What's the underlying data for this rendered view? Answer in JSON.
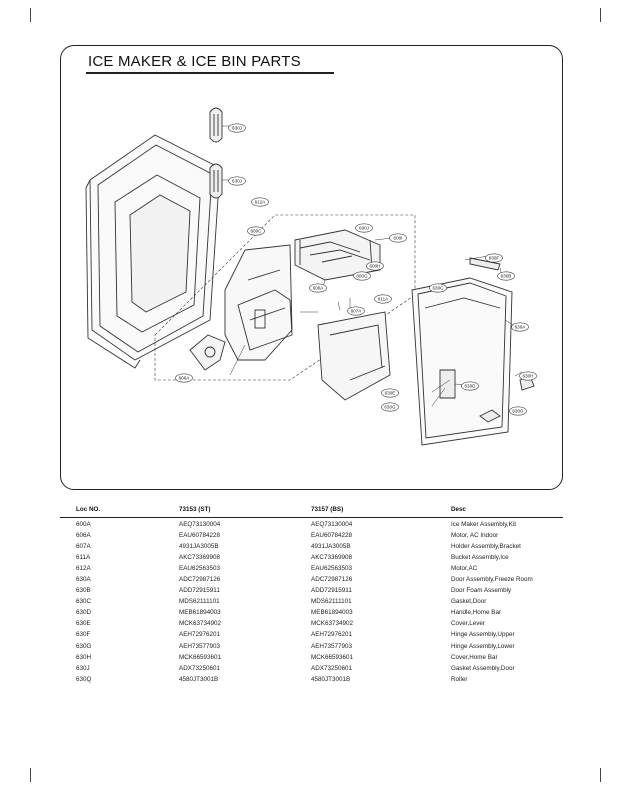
{
  "page": {
    "title": "ICE MAKER & ICE BIN PARTS"
  },
  "callouts": [
    "630J",
    "630J",
    "612A",
    "600C",
    "600J",
    "600I",
    "600H",
    "600G",
    "600A",
    "607A",
    "611A",
    "606A",
    "630F",
    "630B",
    "630C",
    "630A",
    "630H",
    "630E",
    "630D",
    "630G",
    "630G"
  ],
  "parts_table": {
    "headers": [
      "Loc NO.",
      "73153 (ST)",
      "73157 (BS)",
      "Desc"
    ],
    "rows": [
      [
        "600A",
        "AEQ73130004",
        "AEQ73130004",
        "Ice Maker Assembly,Kit"
      ],
      [
        "606A",
        "EAU60784228",
        "EAU60784228",
        "Motor, AC Indoor"
      ],
      [
        "607A",
        "4931JA3005B",
        "4931JA3005B",
        "Holder Assembly,Bracket"
      ],
      [
        "611A",
        "AKC73369908",
        "AKC73369908",
        "Bucket Assembly,Ice"
      ],
      [
        "612A",
        "EAU62563503",
        "EAU62563503",
        "Motor,AC"
      ],
      [
        "630A",
        "ADC72987126",
        "ADC72987126",
        "Door Assembly,Freeze Room"
      ],
      [
        "630B",
        "ADD72915911",
        "ADD72915911",
        "Door Foam Assembly"
      ],
      [
        "630C",
        "MDS62111101",
        "MDS62111101",
        "Gasket,Door"
      ],
      [
        "630D",
        "MEB61894003",
        "MEB61894003",
        "Handle,Home Bar"
      ],
      [
        "630E",
        "MCK63734902",
        "MCK63734902",
        "Cover,Lever"
      ],
      [
        "630F",
        "AEH72976201",
        "AEH72976201",
        "Hinge Assembly,Upper"
      ],
      [
        "630G",
        "AEH73577903",
        "AEH73577903",
        "Hinge Assembly,Lower"
      ],
      [
        "630H",
        "MCK66593601",
        "MCK66593601",
        "Cover,Home Bar"
      ],
      [
        "630J",
        "ADX73250601",
        "ADX73250601",
        "Gasket Assembly,Door"
      ],
      [
        "630Q",
        "4580JT3001B",
        "4580JT3001B",
        "Roller"
      ]
    ]
  }
}
